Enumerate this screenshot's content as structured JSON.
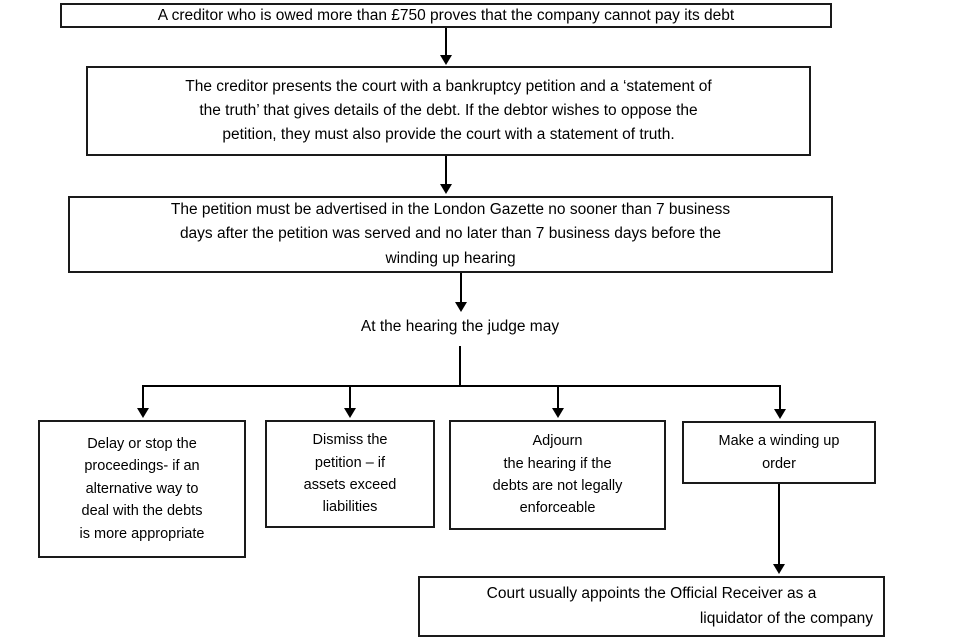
{
  "diagram": {
    "title": "Winding up petition process flowchart",
    "colors": {
      "stroke": "#1a1a1a",
      "text": "#000000",
      "background": "#ffffff"
    },
    "nodes": {
      "creditor_owed": {
        "lines": [
          "A creditor who is owed more than £750 proves that the company cannot pay its debt"
        ]
      },
      "petition_filed": {
        "lines": [
          "The creditor presents the court with a bankruptcy petition and a ‘statement of",
          "the truth’ that gives details of the debt.  If the debtor wishes to oppose the",
          "petition, they must also provide the court with a statement of truth."
        ]
      },
      "advertise": {
        "lines": [
          "The petition must be advertised in the London Gazette no sooner than 7 business",
          "days after the petition was served and no later than 7 business days before the",
          "winding up hearing"
        ]
      },
      "hearing_label": {
        "text": "At the hearing the judge may"
      },
      "delay_stop": {
        "lines": [
          "Delay or stop the",
          "proceedings- if an",
          "alternative way to",
          "deal with the debts",
          "is more appropriate"
        ]
      },
      "dismiss": {
        "lines": [
          "Dismiss the",
          "petition – if",
          "assets exceed",
          "liabilities"
        ]
      },
      "adjourn": {
        "lines": [
          "Adjourn",
          "the hearing if the",
          "debts are not legally",
          "enforceable"
        ]
      },
      "winding_up_order": {
        "lines": [
          "Make a winding up",
          "order"
        ]
      },
      "official_receiver": {
        "lines": [
          "Court usually appoints the Official Receiver as a",
          "liquidator of the company"
        ]
      }
    }
  }
}
